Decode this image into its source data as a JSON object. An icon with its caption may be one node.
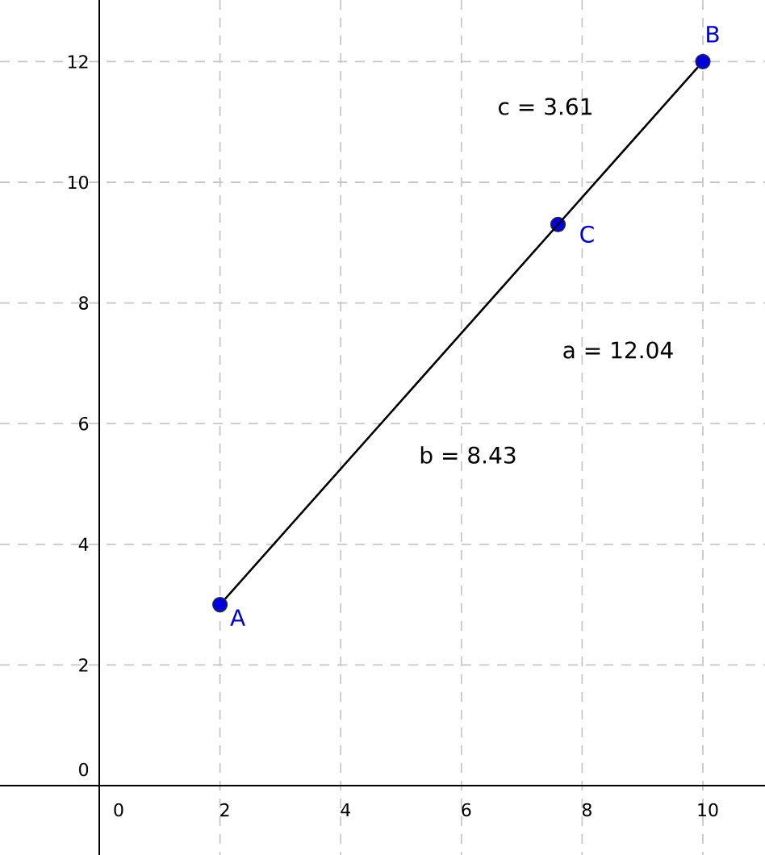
{
  "diagram": {
    "nodes": [
      {
        "text": [],
        "shape": "circle",
        "beside": [
          "A"
        ]
      },
      {
        "text": [],
        "shape": "circle",
        "beside": [
          "B"
        ]
      },
      {
        "text": [],
        "shape": "circle",
        "beside": [
          "C"
        ]
      }
    ],
    "edges": [
      {
        "from": 0,
        "to": 2,
        "arrow": "none",
        "label": "b = 8.43"
      },
      {
        "from": 2,
        "to": 1,
        "arrow": "none",
        "label": "c = 3.61"
      },
      {
        "from": 0,
        "to": 1,
        "arrow": "none",
        "label": "a = 12.04"
      }
    ],
    "labels": [
      "12",
      "10",
      "8",
      "6",
      "4",
      "2",
      "0",
      "0",
      "2",
      "4",
      "6",
      "8",
      "10"
    ]
  }
}
